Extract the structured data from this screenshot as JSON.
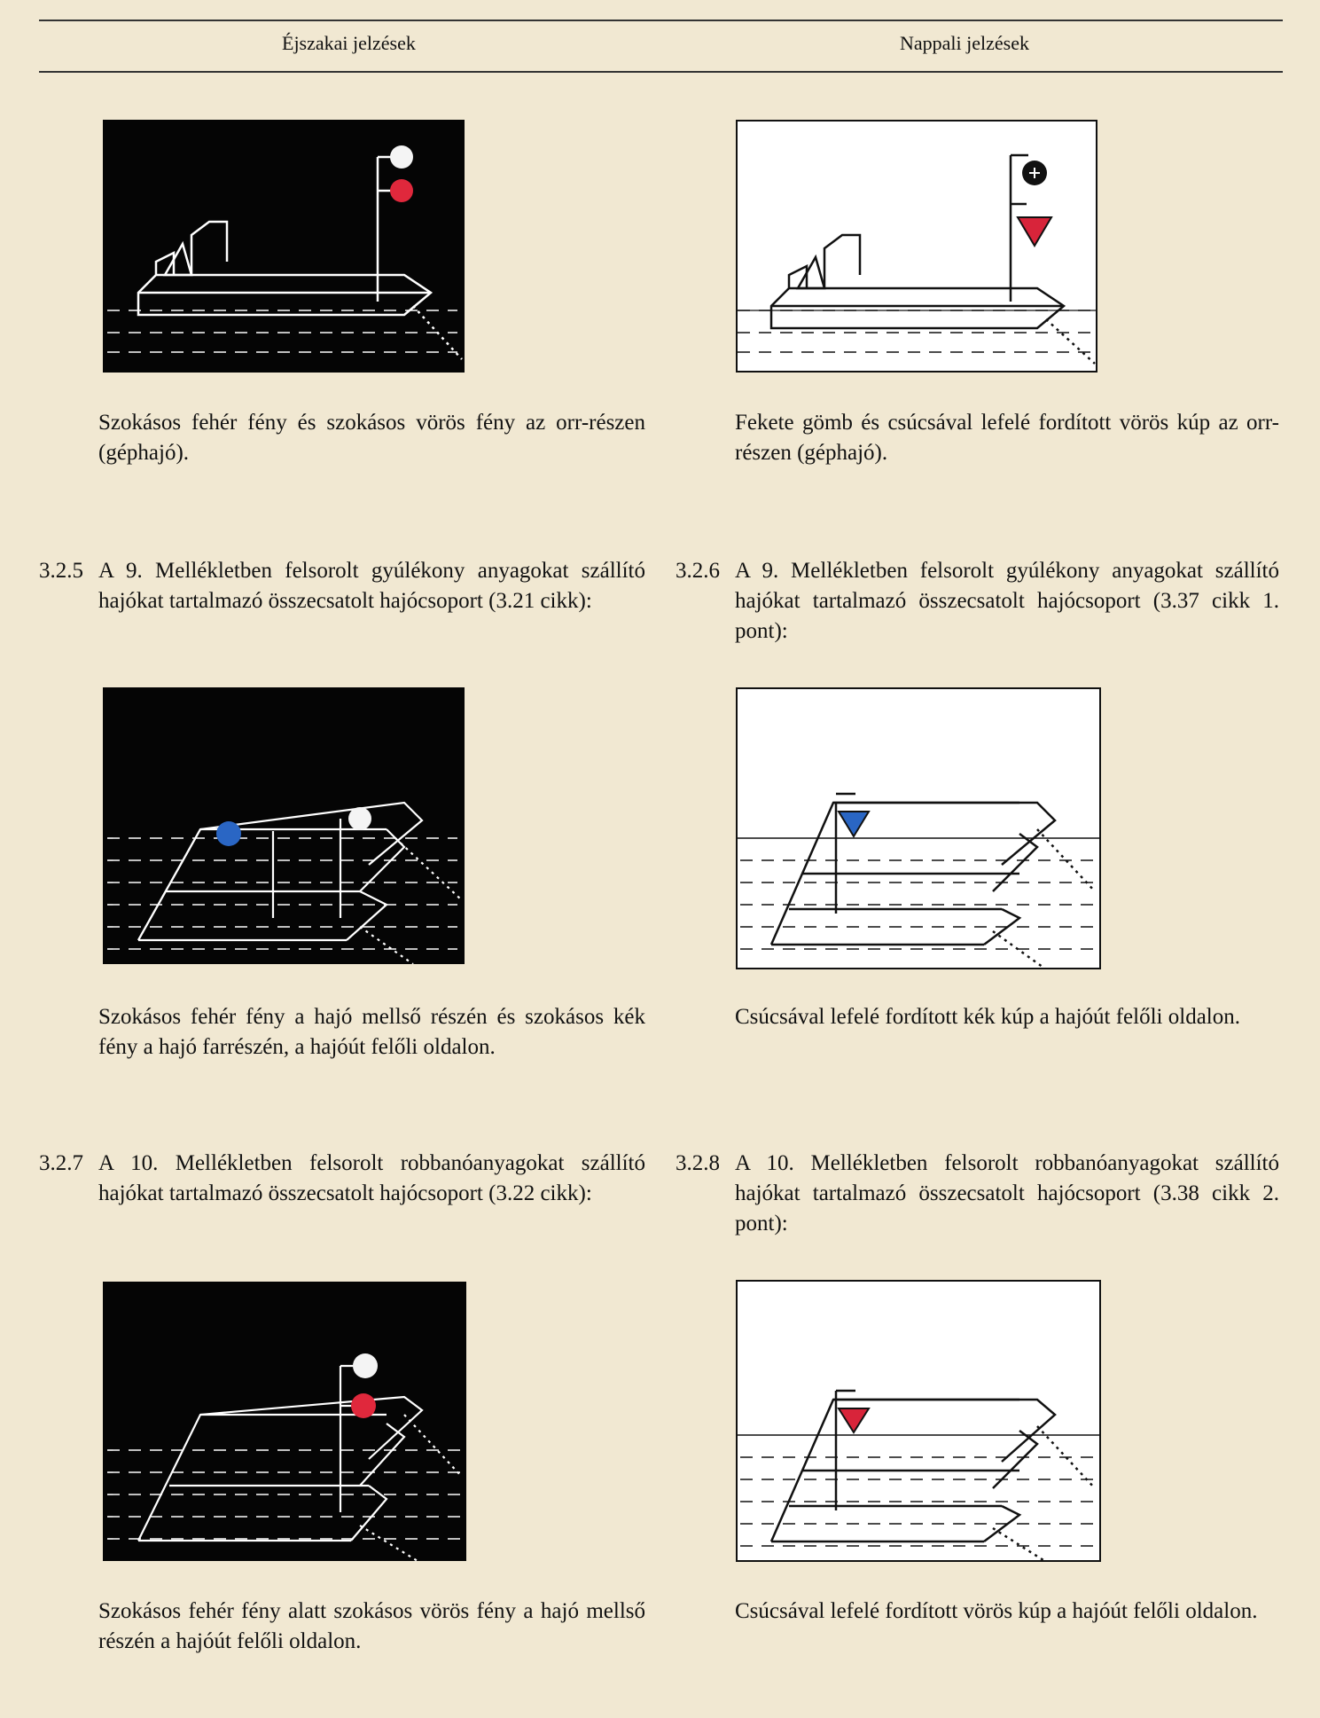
{
  "header": {
    "night_title": "Éjszakai jelzések",
    "day_title": "Nappali jelzések"
  },
  "sections": [
    {
      "night_caption": "Szokásos fehér fény és szokásos vörös fény az orr-részen (géphajó).",
      "day_caption": "Fekete gömb és csúcsával lefelé fordított vörös kúp az orr-részen (géphajó)."
    },
    {
      "night_number": "3.2.5",
      "night_heading": "A 9. Mellékletben felsorolt gyúlékony anyagokat szállító hajókat tartalmazó összecsatolt hajócsoport (3.21 cikk):",
      "day_number": "3.2.6",
      "day_heading": "A 9. Mellékletben felsorolt gyúlékony anyagokat szállító hajókat tartalmazó összecsatolt hajócsoport (3.37 cikk 1. pont):",
      "night_caption": "Szokásos fehér fény a hajó mellső részén és szokásos kék fény a hajó farrészén, a hajóút felőli oldalon.",
      "day_caption": "Csúcsával lefelé fordított kék kúp a hajóút felőli oldalon."
    },
    {
      "night_number": "3.2.7",
      "night_heading": "A 10. Mellékletben felsorolt robbanóanyagokat szállító hajókat tartalmazó összecsatolt hajócsoport (3.22 cikk):",
      "day_number": "3.2.8",
      "day_heading": "A 10. Mellékletben felsorolt robbanóanyagokat szállító hajókat tartalmazó összecsatolt hajócsoport (3.38 cikk 2. pont):",
      "night_caption": "Szokásos fehér fény alatt szokásos vörös fény a hajó mellső részén a hajóút felőli oldalon.",
      "day_caption": "Csúcsával lefelé fordított vörös kúp a hajóút felőli oldalon."
    }
  ],
  "colors": {
    "white_light": "#f4f4f4",
    "red_light": "#e0283c",
    "blue_light": "#2a66c4",
    "red_cone": "#d8243a",
    "blue_cone": "#2a66c4",
    "black_ball": "#111111",
    "night_bg": "#050505",
    "day_bg": "#ffffff"
  }
}
